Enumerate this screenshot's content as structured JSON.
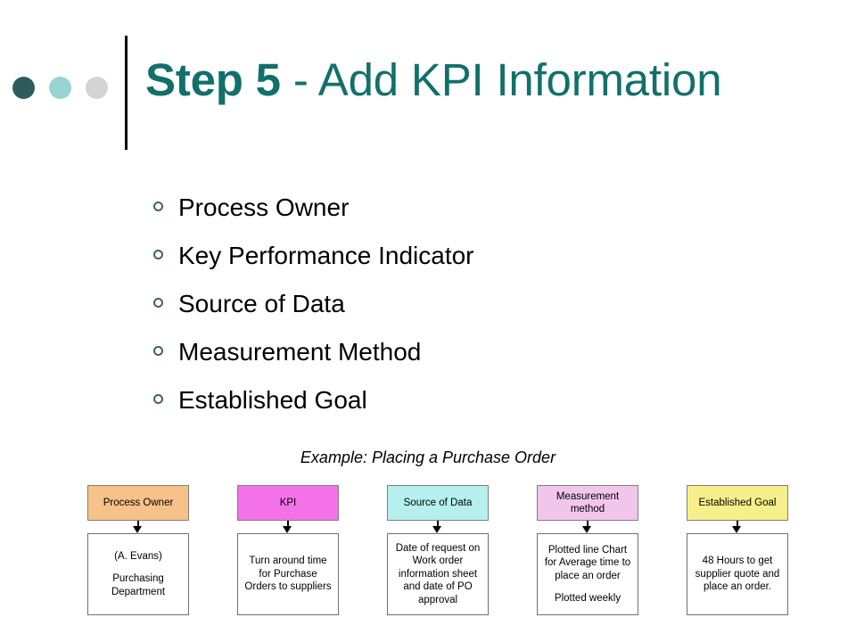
{
  "slide": {
    "title_strong": "Step 5",
    "title_rest": " - Add KPI Information",
    "title_color": "#12706b"
  },
  "header_dots": [
    {
      "name": "dot-dark-teal",
      "color": "#2e5c5c"
    },
    {
      "name": "dot-light-teal",
      "color": "#96d4d2"
    },
    {
      "name": "dot-grey",
      "color": "#d4d4d4"
    }
  ],
  "bullets": [
    {
      "label": "Process Owner"
    },
    {
      "label": "Key Performance Indicator"
    },
    {
      "label": "Source of Data"
    },
    {
      "label": "Measurement Method"
    },
    {
      "label": "Established Goal"
    }
  ],
  "example": {
    "caption": "Example: Placing a Purchase Order"
  },
  "diagram": {
    "columns": [
      {
        "header": "Process Owner",
        "header_color": "#f7c28a",
        "body_line1": "(A. Evans)",
        "body_line2": "Purchasing Department"
      },
      {
        "header": "KPI",
        "header_color": "#f472e8",
        "body_line1": "Turn around time for Purchase Orders to suppliers",
        "body_line2": ""
      },
      {
        "header": "Source of Data",
        "header_color": "#b5f0ee",
        "body_line1": "Date of request on Work order information sheet and date of PO approval",
        "body_line2": ""
      },
      {
        "header": "Measurement method",
        "header_color": "#f2c6ec",
        "body_line1": "Plotted line Chart for Average time to place an order",
        "body_line2": "Plotted weekly"
      },
      {
        "header": "Established Goal",
        "header_color": "#f7f08a",
        "body_line1": "48 Hours to get supplier quote and place an order.",
        "body_line2": ""
      }
    ]
  }
}
